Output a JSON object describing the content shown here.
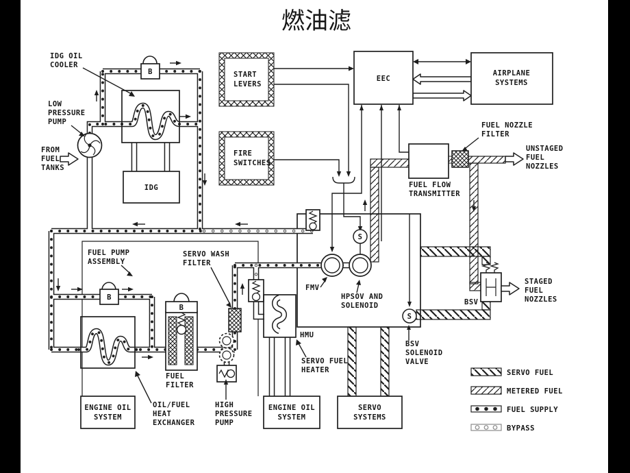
{
  "title": "燃油滤",
  "labels": {
    "idg_oil_cooler": [
      "IDG OIL",
      "COOLER"
    ],
    "low_pressure_pump": [
      "LOW",
      "PRESSURE",
      "PUMP"
    ],
    "from_fuel_tanks": [
      "FROM",
      "FUEL",
      "TANKS"
    ],
    "idg": "IDG",
    "start_levers": [
      "START",
      "LEVERS"
    ],
    "fire_switches": [
      "FIRE",
      "SWITCHES"
    ],
    "eec": "EEC",
    "airplane_systems": [
      "AIRPLANE",
      "SYSTEMS"
    ],
    "fuel_nozzle_filter": [
      "FUEL NOZZLE",
      "FILTER"
    ],
    "unstaged_fuel_nozzles": [
      "UNSTAGED",
      "FUEL",
      "NOZZLES"
    ],
    "fuel_flow_transmitter": [
      "FUEL FLOW",
      "TRANSMITTER"
    ],
    "fmv": "FMV",
    "hpsov_and_solenoid": [
      "HPSOV AND",
      "SOLENOID"
    ],
    "bsv": "BSV",
    "staged_fuel_nozzles": [
      "STAGED",
      "FUEL",
      "NOZZLES"
    ],
    "bsv_solenoid_valve": [
      "BSV",
      "SOLENOID",
      "VALVE"
    ],
    "fuel_pump_assembly": [
      "FUEL PUMP",
      "ASSEMBLY"
    ],
    "servo_wash_filter": [
      "SERVO WASH",
      "FILTER"
    ],
    "hmu": "HMU",
    "servo_fuel_heater": [
      "SERVO FUEL",
      "HEATER"
    ],
    "fuel_filter": [
      "FUEL",
      "FILTER"
    ],
    "high_pressure_pump": [
      "HIGH",
      "PRESSURE",
      "PUMP"
    ],
    "engine_oil_system_left": [
      "ENGINE OIL",
      "SYSTEM"
    ],
    "oil_fuel_heat_exchanger": [
      "OIL/FUEL",
      "HEAT",
      "EXCHANGER"
    ],
    "engine_oil_system_mid": [
      "ENGINE OIL",
      "SYSTEM"
    ],
    "servo_systems": [
      "SERVO",
      "SYSTEMS"
    ],
    "valve_b": "B",
    "solenoid_s": "S"
  },
  "legend": {
    "items": [
      {
        "label": "SERVO FUEL",
        "style": "servo-hatch"
      },
      {
        "label": "METERED FUEL",
        "style": "metered-hatch"
      },
      {
        "label": "FUEL SUPPLY",
        "style": "dotted-line"
      },
      {
        "label": "BYPASS",
        "style": "open-circle-line"
      }
    ]
  },
  "colors": {
    "ink": "#1e1e1e",
    "background": "#ffffff",
    "side_bars": "#000000",
    "bypass": "#6a6a6a"
  }
}
